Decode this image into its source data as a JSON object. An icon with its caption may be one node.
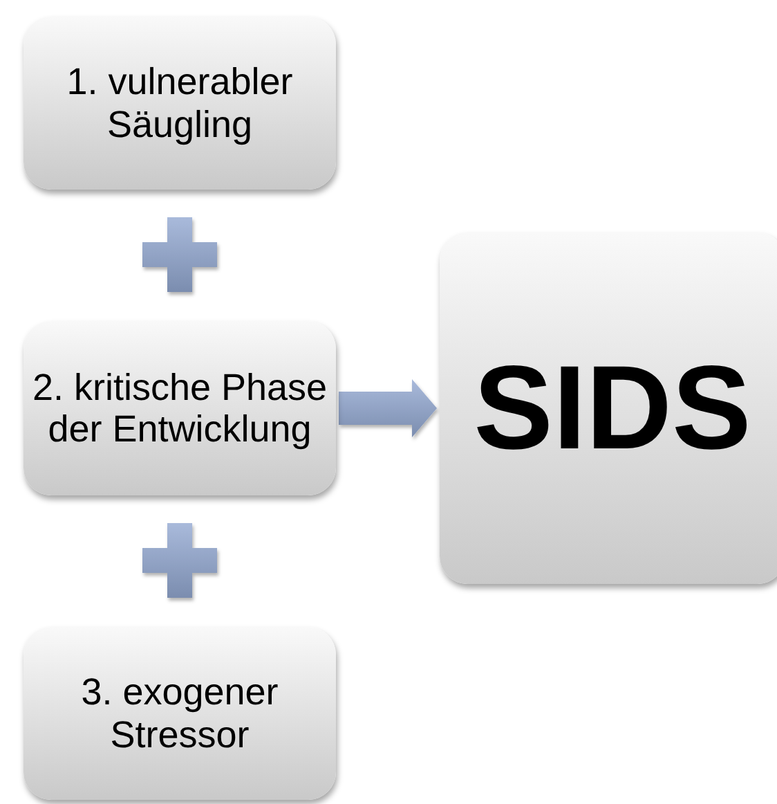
{
  "diagram": {
    "nodes": [
      {
        "text": [
          "1. vulnerabler Säugling"
        ]
      },
      {
        "text": [
          "2. kritische Phase der Entwicklung"
        ]
      },
      {
        "text": [
          "3. exogener Stressor"
        ]
      },
      {
        "text": [
          "SIDS"
        ]
      }
    ],
    "edges": [
      {
        "from": 1,
        "to": 3,
        "arrow": "to",
        "style": "thick"
      }
    ]
  }
}
